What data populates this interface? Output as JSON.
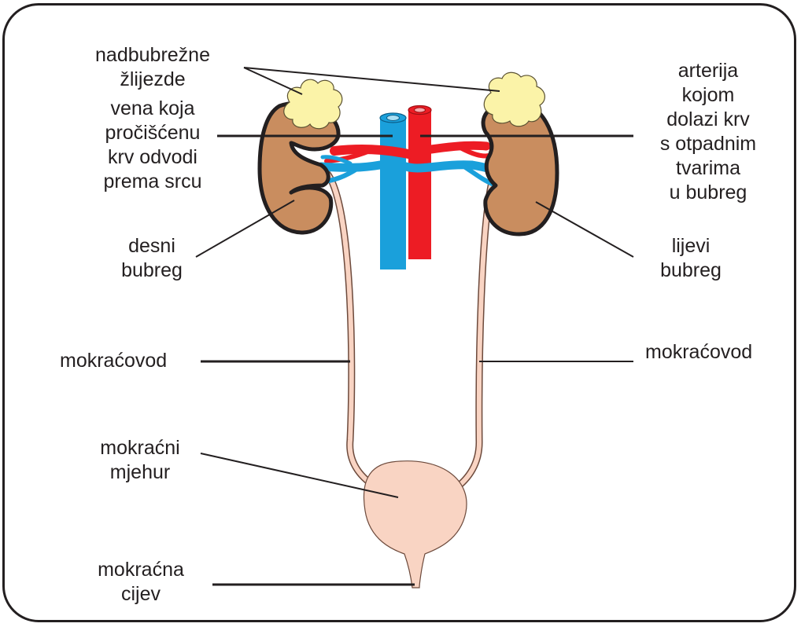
{
  "labels": {
    "adrenal": [
      "nadbubrežne",
      "žlijezde"
    ],
    "vein": [
      "vena koja",
      "pročišćenu",
      "krv odvodi",
      "prema srcu"
    ],
    "artery": [
      "arterija",
      "kojom",
      "dolazi krv",
      "s otpadnim",
      "tvarima",
      "u bubreg"
    ],
    "right_kidney": [
      "desni",
      "bubreg"
    ],
    "left_kidney": [
      "lijevi",
      "bubreg"
    ],
    "ureter_left": "mokraćovod",
    "ureter_right": "mokraćovod",
    "bladder": [
      "mokraćni",
      "mjehur"
    ],
    "urethra": [
      "mokraćna",
      "cijev"
    ]
  },
  "colors": {
    "kidney": "#c98d5f",
    "adrenal": "#fbf3a8",
    "vein": "#1aa0db",
    "artery": "#ed1c24",
    "ureter": "#f9d4c3",
    "outline": "#231f20"
  }
}
